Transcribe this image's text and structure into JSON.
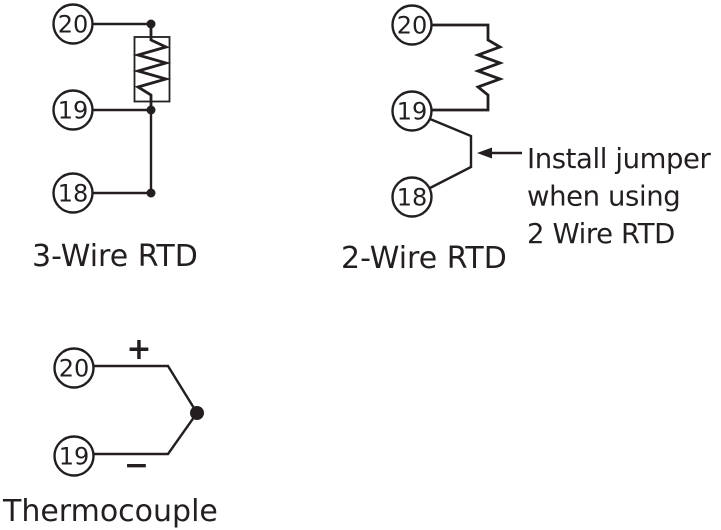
{
  "colors": {
    "ink": "#231f20",
    "background": "#ffffff"
  },
  "diagrams": [
    {
      "label": "3-Wire RTD",
      "terminals": [
        "20",
        "19",
        "18"
      ]
    },
    {
      "label": "2-Wire RTD",
      "terminals": [
        "20",
        "19",
        "18"
      ],
      "note": {
        "lines": [
          "Install jumper",
          "when using",
          "2 Wire RTD"
        ]
      }
    },
    {
      "label": "Thermocouple",
      "terminals": [
        "20",
        "19"
      ],
      "polarity": {
        "plus": "+",
        "minus": "−"
      }
    }
  ]
}
